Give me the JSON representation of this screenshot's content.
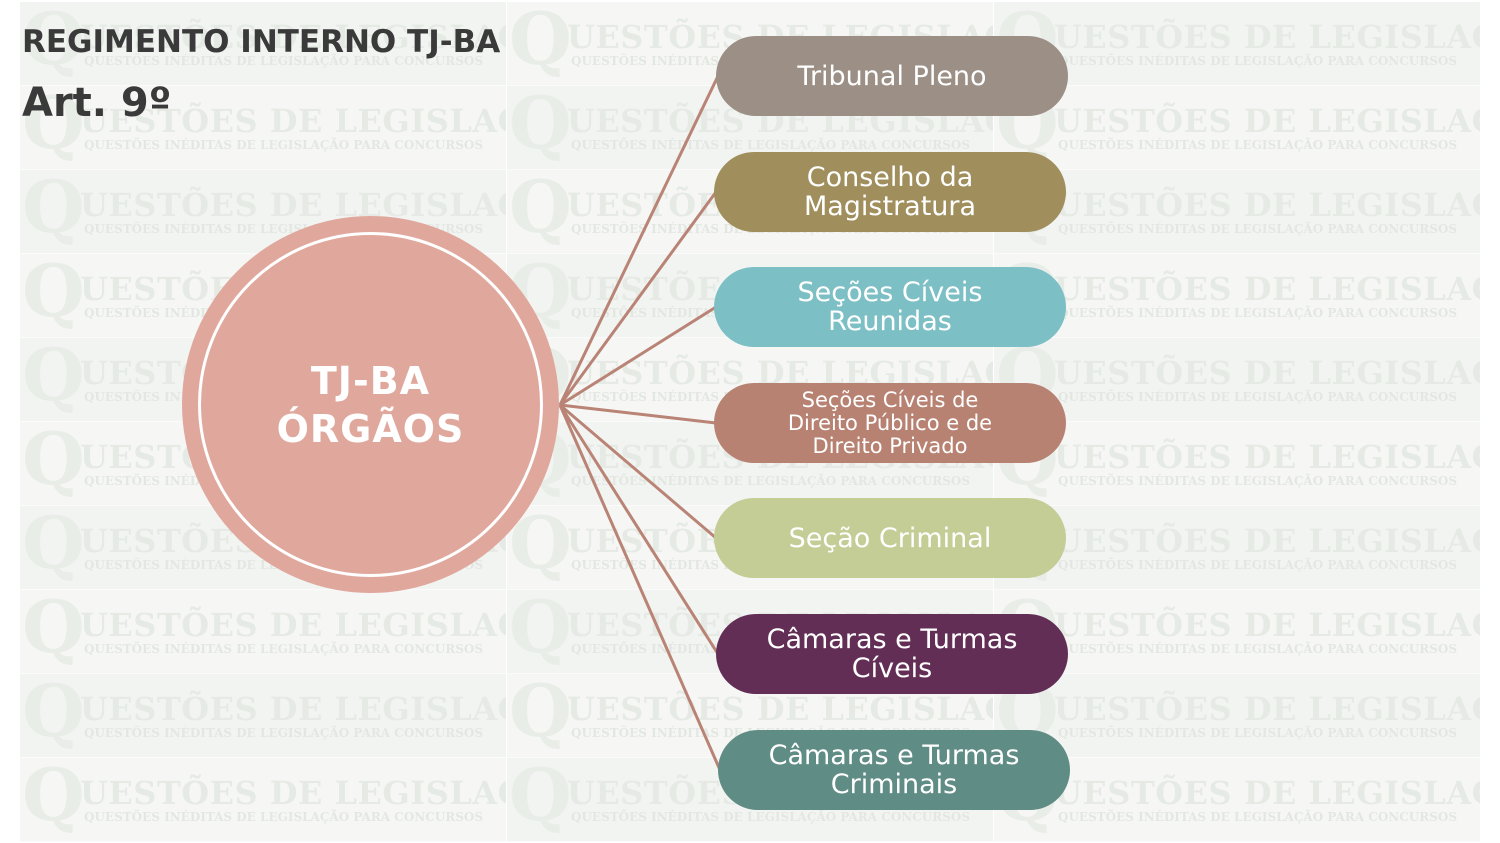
{
  "header": {
    "title": "REGIMENTO INTERNO TJ-BA",
    "subtitle": "Art. 9º"
  },
  "watermark": {
    "main_text": "QUESTÕES DE LEGISLAÇÃO",
    "sub_text": "QUESTÕES INÉDITAS DE LEGISLAÇÃO PARA CONCURSOS"
  },
  "hub": {
    "line1": "TJ-BA",
    "line2": "ÓRGÃOS",
    "color": "#e0a89c"
  },
  "connector_color": "#b98375",
  "nodes": [
    {
      "label": "Tribunal Pleno",
      "color": "#9b8f86"
    },
    {
      "label": "Conselho da\nMagistratura",
      "color": "#a08f5d"
    },
    {
      "label": "Seções Cíveis\nReunidas",
      "color": "#7cbfc5"
    },
    {
      "label": "Seções Cíveis de\nDireito Público e de\nDireito Privado",
      "color": "#b88273"
    },
    {
      "label": "Seção Criminal",
      "color": "#c3cd95"
    },
    {
      "label": "Câmaras e Turmas\nCíveis",
      "color": "#632e55"
    },
    {
      "label": "Câmaras e Turmas\nCriminais",
      "color": "#5f8c84"
    }
  ]
}
